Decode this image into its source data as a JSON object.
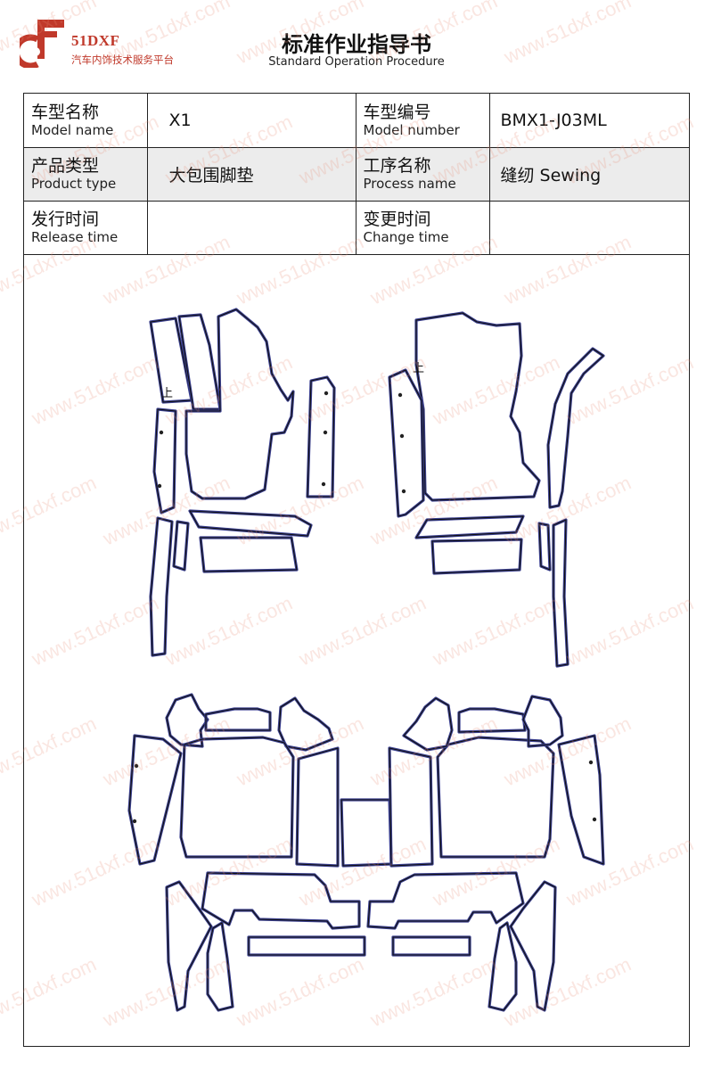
{
  "header": {
    "brand": "51DXF",
    "brand_sub": "汽车内饰技术服务平台",
    "title": "标准作业指导书",
    "subtitle": "Standard Operation Procedure",
    "logo_color": "#c0392b"
  },
  "info": {
    "model_name_zh": "车型名称",
    "model_name_en": "Model name",
    "model_name_value": "X1",
    "model_number_zh": "车型编号",
    "model_number_en": "Model number",
    "model_number_value": "BMX1-J03ML",
    "product_type_zh": "产品类型",
    "product_type_en": "Product type",
    "product_type_value": "大包围脚垫",
    "process_name_zh": "工序名称",
    "process_name_en": "Process name",
    "process_name_value": "缝纫 Sewing",
    "release_time_zh": "发行时间",
    "release_time_en": "Release time",
    "release_time_value": "",
    "change_time_zh": "变更时间",
    "change_time_en": "Change time",
    "change_time_value": ""
  },
  "drawing": {
    "up_mark_left": "上",
    "up_mark_right": "上",
    "outline_color": "#3a3f8f",
    "stroke_color": "#111111"
  },
  "watermark": "www.51dxf.com"
}
